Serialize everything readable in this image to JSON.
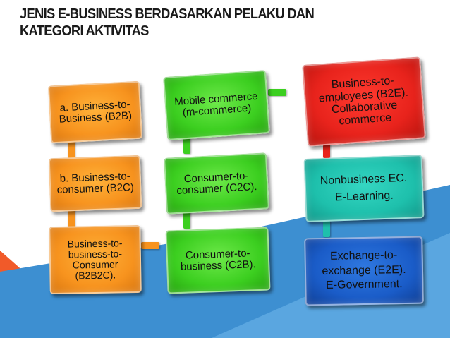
{
  "slide": {
    "title_line1": "JENIS E-BUSINESS BERDASARKAN PELAKU DAN",
    "title_line2": "KATEGORI AKTIVITAS"
  },
  "colors": {
    "orange": "#f7931e",
    "green": "#3ccf20",
    "red": "#e8231c",
    "teal": "#1ec0ac",
    "blue": "#1a5cc8",
    "background_blue": "#3d8fd1",
    "background_orange": "#f15a29"
  },
  "diagram": {
    "columns": [
      {
        "color": "orange",
        "boxes": [
          {
            "label": "a. Business-to-\nBusiness (B2B)"
          },
          {
            "label": "b. Business-to-\nconsumer (B2C)"
          },
          {
            "label": "Business-to-\nbusiness-to-\nConsumer\n(B2B2C)."
          }
        ]
      },
      {
        "color": "green",
        "boxes": [
          {
            "label": "Mobile commerce\n(m-commerce)"
          },
          {
            "label": "Consumer-to-\nconsumer (C2C)."
          },
          {
            "label": "Consumer-to-\nbusiness (C2B)."
          }
        ]
      },
      {
        "color": "mixed",
        "boxes": [
          {
            "label": "Business-to-\nemployees (B2E).\nCollaborative\ncommerce",
            "color": "red"
          },
          {
            "label": "Nonbusiness EC.\nE-Learning.",
            "color": "teal"
          },
          {
            "label": "Exchange-to-\nexchange (E2E).\nE-Government.",
            "color": "blue"
          }
        ]
      }
    ]
  }
}
